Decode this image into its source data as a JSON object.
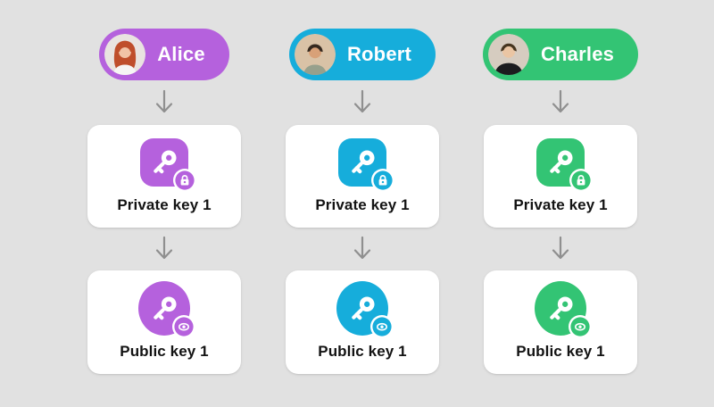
{
  "page": {
    "background": "#e1e1e1"
  },
  "arrow": {
    "icon": "arrow-down-icon",
    "color": "#8f8f8f"
  },
  "columns": [
    {
      "name": "Alice",
      "accent": "#b561dd",
      "avatar": {
        "icon": "avatar-alice",
        "bg": "#e9e3e0",
        "skin": "#f1c3a6",
        "hair": "#bf4e2b",
        "top": "#f6f5f4"
      },
      "private_key": {
        "label": "Private key 1",
        "icon": "key-icon",
        "badge": "lock-icon"
      },
      "public_key": {
        "label": "Public key 1",
        "icon": "key-icon",
        "badge": "eye-icon"
      }
    },
    {
      "name": "Robert",
      "accent": "#16addb",
      "avatar": {
        "icon": "avatar-robert",
        "bg": "#d9c2a6",
        "skin": "#d8a178",
        "hair": "#35291f",
        "top": "#97a08c"
      },
      "private_key": {
        "label": "Private key 1",
        "icon": "key-icon",
        "badge": "lock-icon"
      },
      "public_key": {
        "label": "Public key 1",
        "icon": "key-icon",
        "badge": "eye-icon"
      }
    },
    {
      "name": "Charles",
      "accent": "#33c474",
      "avatar": {
        "icon": "avatar-charles",
        "bg": "#d6ccc0",
        "skin": "#eac5a3",
        "hair": "#46351f",
        "top": "#1c1c1e"
      },
      "private_key": {
        "label": "Private key 1",
        "icon": "key-icon",
        "badge": "lock-icon"
      },
      "public_key": {
        "label": "Public key 1",
        "icon": "key-icon",
        "badge": "eye-icon"
      }
    }
  ]
}
